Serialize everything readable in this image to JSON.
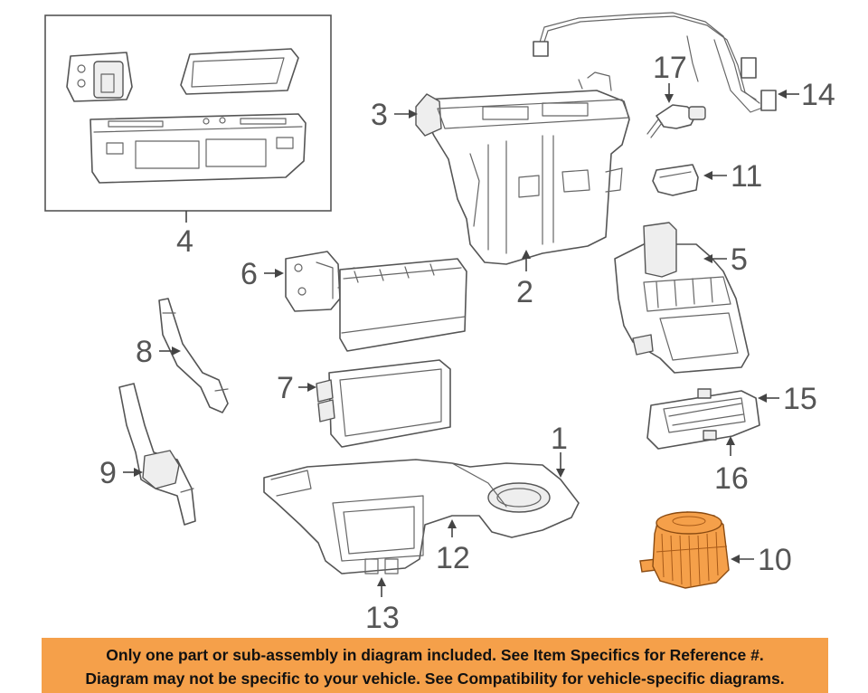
{
  "diagram": {
    "callouts": [
      "1",
      "2",
      "3",
      "4",
      "5",
      "6",
      "7",
      "8",
      "9",
      "10",
      "11",
      "12",
      "13",
      "14",
      "15",
      "16",
      "17"
    ],
    "highlighted_part": "10",
    "highlight_color": "#f5a04a"
  },
  "footer": {
    "line1": "Only one part or sub-assembly in diagram included. See Item Specifics for Reference #.",
    "line2": "Diagram may not be specific to your vehicle. See Compatibility for vehicle-specific diagrams.",
    "background": "#f5a04a"
  }
}
